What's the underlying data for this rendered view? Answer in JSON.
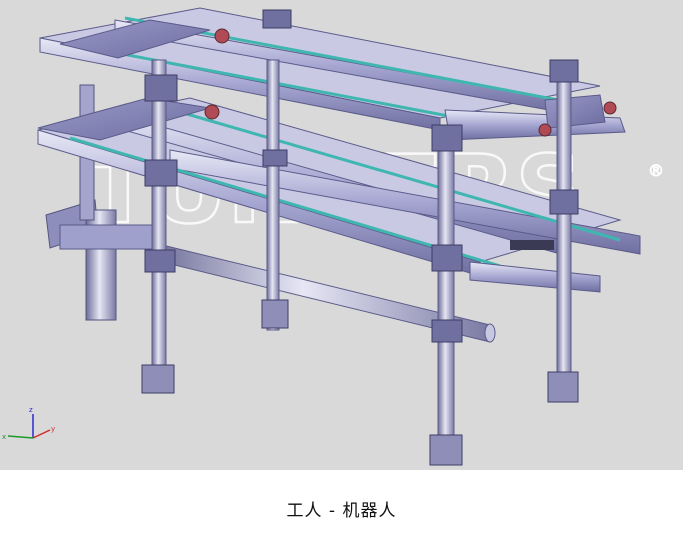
{
  "watermark": {
    "text": "TÜNKERS",
    "registered": "®"
  },
  "axes_triad": {
    "z_label": "z",
    "x_label": "x",
    "y_label": "y"
  },
  "caption": "工人 - 机器人",
  "colors": {
    "background": "#d9d9d9",
    "frame": "#9c9cd0",
    "frame_dark": "#5b5b8a",
    "belt": "#3fb7b0",
    "roller": "#b04a55",
    "post": "#aaaacb",
    "plate": "#8c8cc0"
  }
}
